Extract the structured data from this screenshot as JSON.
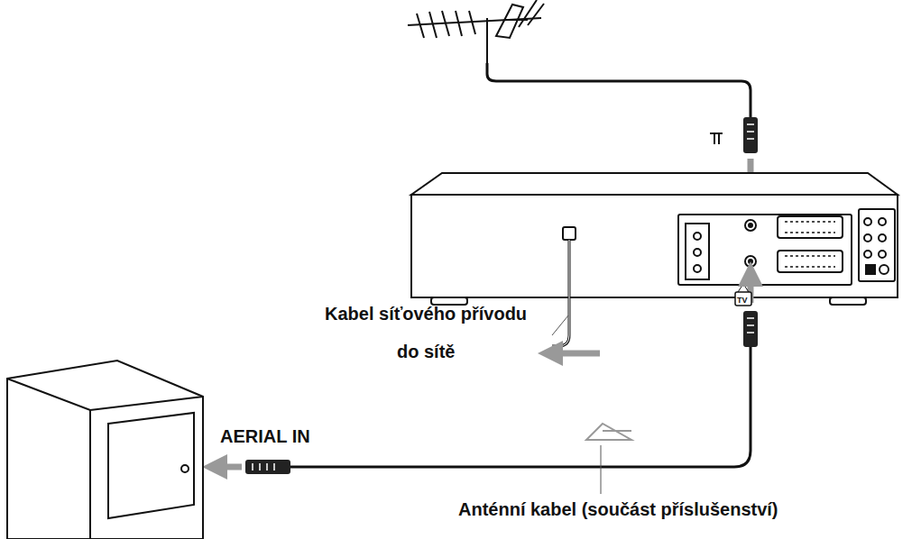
{
  "diagram": {
    "labels": [
      "Kabel síťového přívodu",
      "do sítě",
      "AERIAL IN",
      "Anténní kabel (součást příslušenství)",
      "TV"
    ]
  }
}
